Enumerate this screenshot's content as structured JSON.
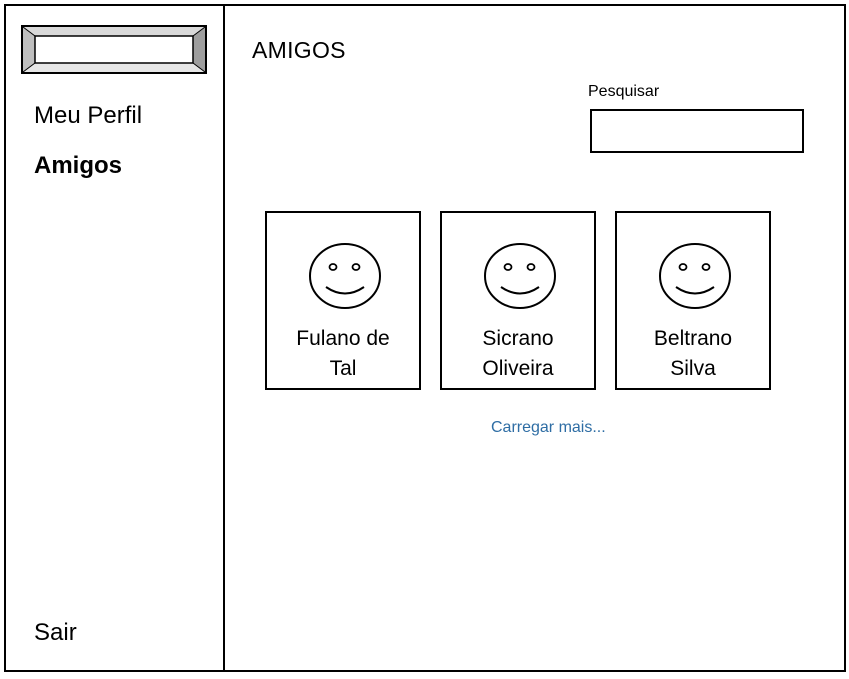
{
  "sidebar": {
    "items": [
      {
        "label": "Meu Perfil"
      },
      {
        "label": "Amigos"
      }
    ],
    "logout_label": "Sair"
  },
  "main": {
    "title": "AMIGOS",
    "search": {
      "label": "Pesquisar",
      "value": "",
      "placeholder": ""
    },
    "friends": [
      {
        "name_line1": "Fulano de",
        "name_line2": "Tal",
        "icon": "smiley-face-icon"
      },
      {
        "name_line1": "Sicrano",
        "name_line2": "Oliveira",
        "icon": "smiley-face-icon"
      },
      {
        "name_line1": "Beltrano",
        "name_line2": "Silva",
        "icon": "smiley-face-icon"
      }
    ],
    "load_more_label": "Carregar mais...",
    "link_color": "#2e6da4"
  }
}
